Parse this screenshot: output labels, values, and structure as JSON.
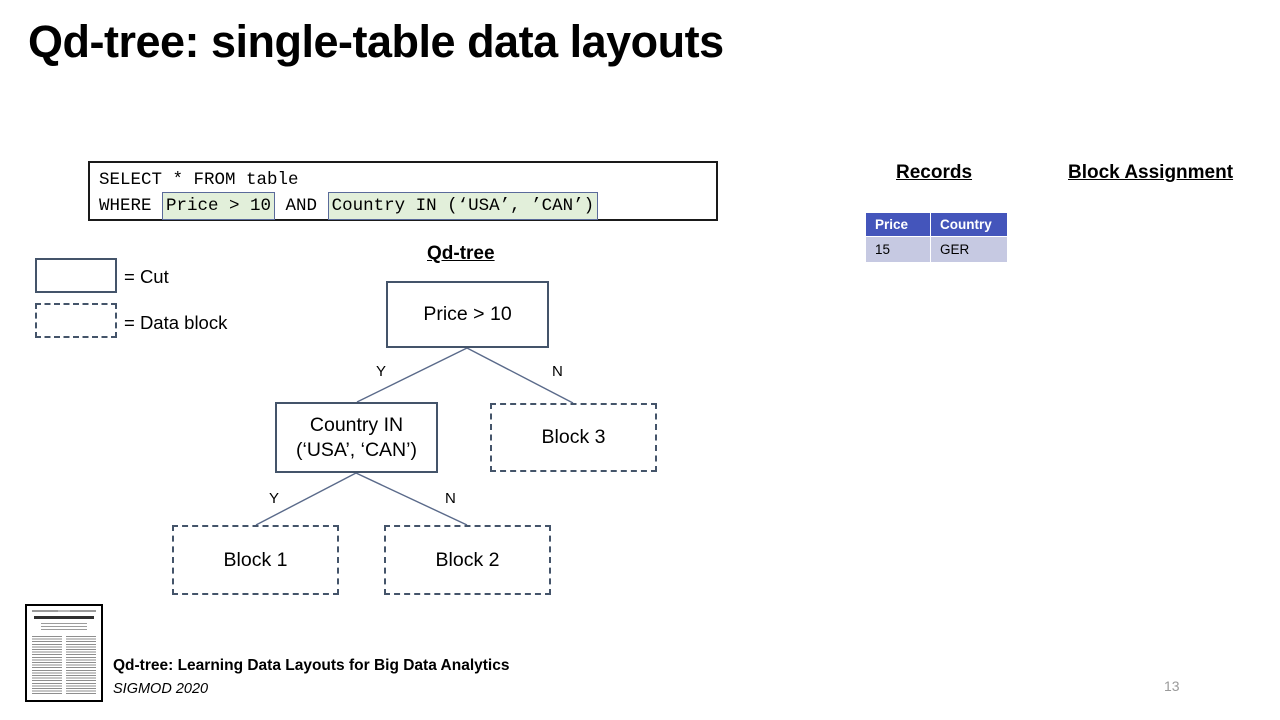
{
  "slide": {
    "title": "Qd-tree: single-table data layouts",
    "page_number": "13",
    "background": "#ffffff"
  },
  "sql_query": {
    "line1": "SELECT * FROM table",
    "keyword_where": "WHERE ",
    "predicate_price": "Price > 10",
    "keyword_and": " AND ",
    "predicate_country": "Country IN (‘USA’, ’CAN’)",
    "highlight_color": "#e2efda",
    "highlight_border_color": "#5a6a9a",
    "box_border_color": "#1a1a1a"
  },
  "legend": {
    "items": [
      {
        "label": "= Cut",
        "style": "solid"
      },
      {
        "label": "= Data block",
        "style": "dashed"
      }
    ],
    "border_color": "#44546a"
  },
  "tree": {
    "heading": "Qd-tree",
    "nodes": [
      {
        "id": "price",
        "label": "Price > 10",
        "kind": "cut"
      },
      {
        "id": "country",
        "label": "Country IN\n(‘USA’, ‘CAN’)",
        "kind": "cut"
      },
      {
        "id": "block3",
        "label": "Block 3",
        "kind": "block"
      },
      {
        "id": "block1",
        "label": "Block 1",
        "kind": "block"
      },
      {
        "id": "block2",
        "label": "Block 2",
        "kind": "block"
      }
    ],
    "node_labels": {
      "price": "Price > 10",
      "country_line1": "Country IN",
      "country_line2": "(‘USA’, ‘CAN’)",
      "block3": "Block 3",
      "block1": "Block 1",
      "block2": "Block 2"
    },
    "edge_labels": {
      "root_yes": "Y",
      "root_no": "N",
      "country_yes": "Y",
      "country_no": "N"
    },
    "edge_color": "#5a6a8a"
  },
  "records": {
    "heading": "Records",
    "columns": [
      "Price",
      "Country"
    ],
    "rows": [
      [
        "15",
        "GER"
      ]
    ],
    "header_bg": "#4455bb",
    "header_fg": "#ffffff",
    "row_bg": "#c6c9e2"
  },
  "block_assignment": {
    "heading": "Block Assignment"
  },
  "citation": {
    "title": "Qd-tree: Learning Data Layouts for Big Data Analytics",
    "venue": "SIGMOD 2020",
    "thumbnail": "paper-thumbnail"
  }
}
